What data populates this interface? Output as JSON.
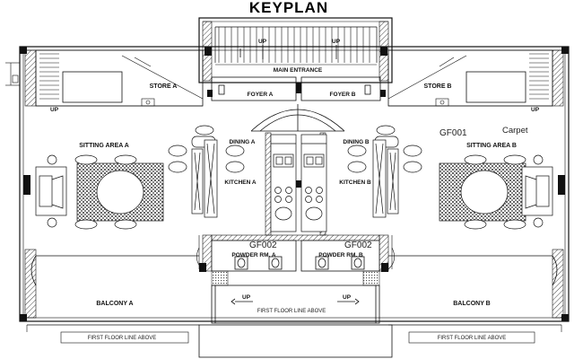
{
  "title": "KEYPLAN",
  "labels": {
    "main_entrance": "MAIN ENTRANCE",
    "foyer_a": "FOYER A",
    "foyer_b": "FOYER B",
    "store_a": "STORE A",
    "store_b": "STORE B",
    "sitting_a": "SITTING AREA A",
    "sitting_b": "SITTING AREA B",
    "dining_a": "DINING A",
    "dining_b": "DINING B",
    "kitchen_a": "KITCHEN A",
    "kitchen_b": "KITCHEN B",
    "powder_a": "POWDER RM. A",
    "powder_b": "POWDER RM. B",
    "balcony_a": "BALCONY A",
    "balcony_b": "BALCONY B",
    "gf001": "GF001",
    "carpet": "Carpet",
    "gf002_left": "GF002",
    "gf002_right": "GF002",
    "first_floor_center": "FIRST FLOOR LINE ABOVE",
    "first_floor_left": "FIRST FLOOR LINE ABOVE",
    "first_floor_right": "FIRST FLOOR LINE ABOVE",
    "up_stair_left": "UP",
    "up_stair_right": "UP",
    "up_store_a": "UP",
    "up_store_b": "UP",
    "up_bottom_left": "UP",
    "up_bottom_right": "UP"
  },
  "colors": {
    "line": "#111111",
    "hatch": "#444444"
  }
}
